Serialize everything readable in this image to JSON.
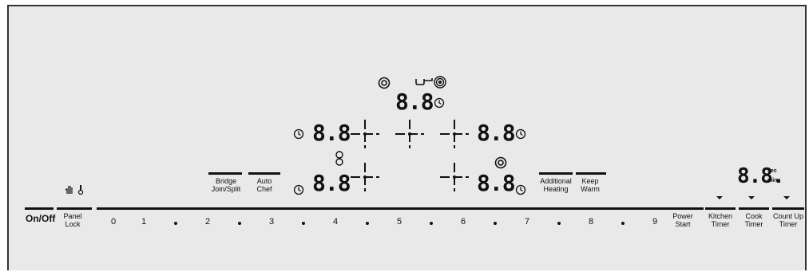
{
  "center_display": {
    "digits": "8.8"
  },
  "upper_left_display": {
    "digits": "8.8"
  },
  "upper_right_display": {
    "digits": "8.8"
  },
  "lower_left_display": {
    "digits": "8.8"
  },
  "lower_right_display": {
    "digits": "8.8"
  },
  "timer_display": {
    "digits": "8.8.",
    "unit_sec": "sec",
    "unit_min": "min"
  },
  "function_keys": {
    "bridge": "Bridge Join/Split",
    "auto_chef": "Auto Chef",
    "additional_heating": "Additional Heating",
    "keep_warm": "Keep Warm"
  },
  "bottom_bar": {
    "on_off": "On/Off",
    "panel_lock": "Panel Lock",
    "power_start": "Power Start",
    "kitchen_timer": "Kitchen Timer",
    "cook_timer": "Cook Timer",
    "count_up_timer": "Count Up Timer",
    "numbers": [
      "0",
      "1",
      "2",
      "3",
      "4",
      "5",
      "6",
      "7",
      "8",
      "9"
    ]
  },
  "icons": [
    "hand-icon",
    "thermometer-icon",
    "timer-icon",
    "double-ring-icon",
    "pot-icon",
    "bridge-zone-icon"
  ]
}
